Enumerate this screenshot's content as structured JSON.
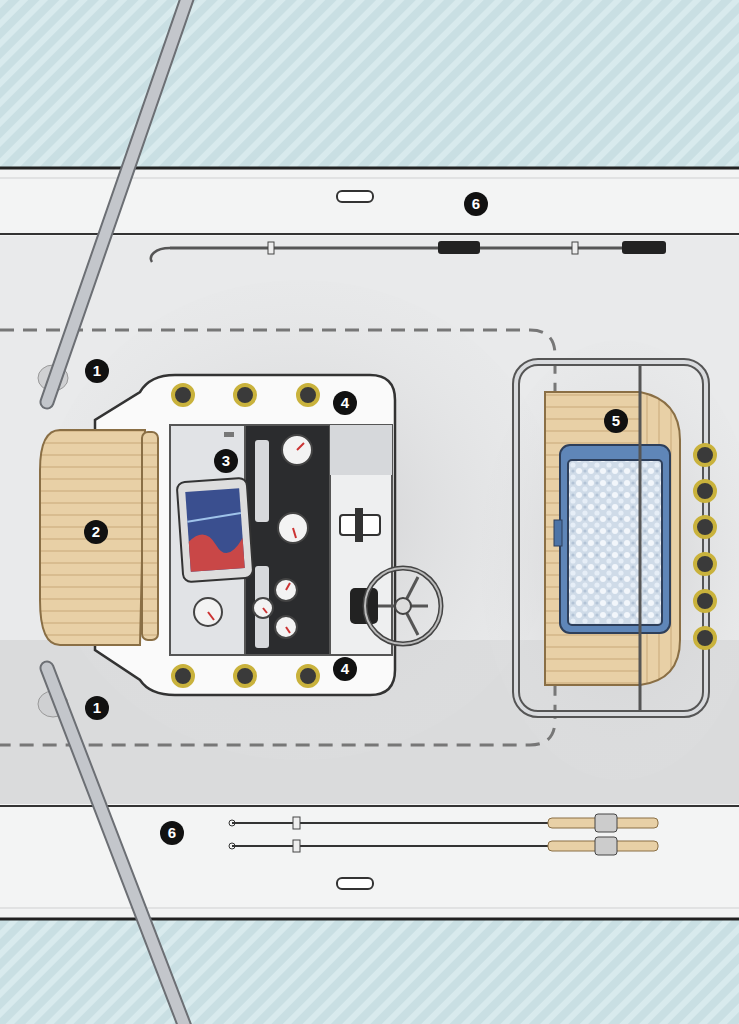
{
  "diagram": {
    "labels": [
      "6",
      "1",
      "4",
      "3",
      "2",
      "5",
      "4",
      "1",
      "6"
    ]
  }
}
